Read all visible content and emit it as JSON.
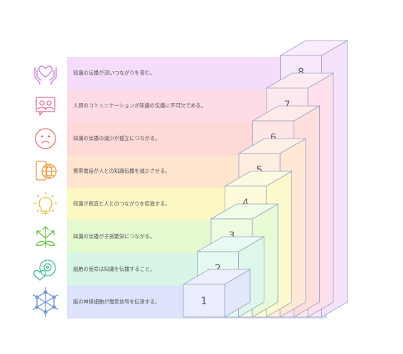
{
  "steps": [
    {
      "number": "1",
      "label": "脳の神経細胞が電気信号を伝達する。",
      "icon": "neuron-network-icon",
      "color": "#dde3fb",
      "icon_color": "#6f8fdc"
    },
    {
      "number": "2",
      "label": "細胞の使命は知識を伝播すること。",
      "icon": "cell-heart-icon",
      "color": "#d7f6e8",
      "icon_color": "#3fbf8f"
    },
    {
      "number": "3",
      "label": "知識の伝播が子孫繁栄につながる。",
      "icon": "sprout-arrows-icon",
      "color": "#e4f9cf",
      "icon_color": "#6bc23e"
    },
    {
      "number": "4",
      "label": "知識が創造と人とのつながりを促進する。",
      "icon": "lightbulb-gear-icon",
      "color": "#fbf8c4",
      "icon_color": "#d8c030"
    },
    {
      "number": "5",
      "label": "携帯電話が人との知識伝播を減少させる。",
      "icon": "mobile-globe-icon",
      "color": "#ffe4cf",
      "icon_color": "#ef9a40"
    },
    {
      "number": "6",
      "label": "知識の伝播の減少が孤立につながる。",
      "icon": "sad-face-icon",
      "color": "#ffd8d8",
      "icon_color": "#ef6b6b"
    },
    {
      "number": "7",
      "label": "人間のコミュニケーションが知識の伝播に不可欠である。",
      "icon": "people-chat-icon",
      "color": "#fddbe7",
      "icon_color": "#ec6c97"
    },
    {
      "number": "8",
      "label": "知識の伝播が深いつながりを育む。",
      "icon": "heart-hands-icon",
      "color": "#f4dcfa",
      "icon_color": "#c77ddb"
    }
  ]
}
